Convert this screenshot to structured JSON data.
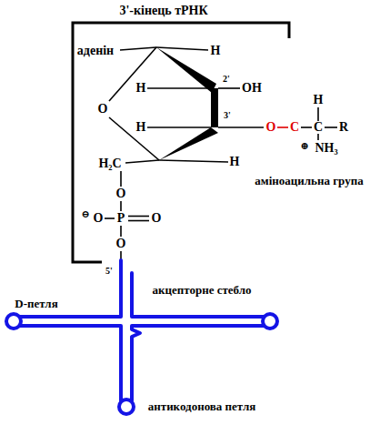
{
  "diagram": {
    "labels": [
      "3'-кінець тРНК",
      "аденін",
      "H",
      "H",
      "2'",
      "OH",
      "O",
      "H",
      "3'",
      "O",
      "C",
      "H",
      "C",
      "R",
      "⊕",
      "NH₃",
      "аміноацильна група",
      "H",
      "H₂C",
      "O",
      "⊖",
      "O",
      "P",
      "O",
      "O",
      "5'",
      "D-петля",
      "акцепторне стебло",
      "антикодонова петля"
    ]
  }
}
